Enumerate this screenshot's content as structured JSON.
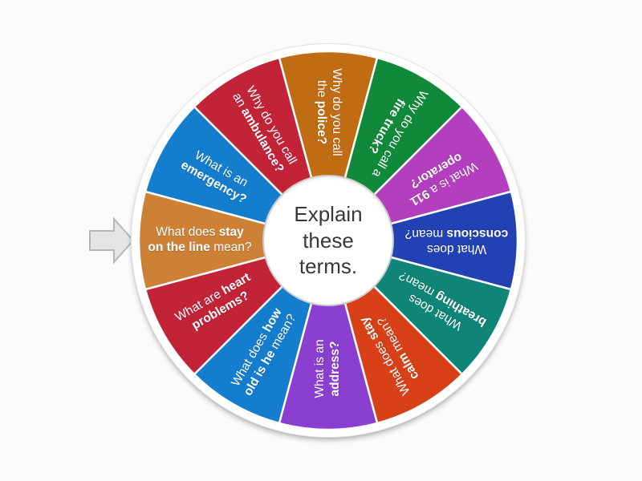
{
  "page": {
    "background": "#fbfbfb"
  },
  "pointer": {
    "name": "spin-arrow",
    "fill": "#e5e5e5",
    "stroke": "#b6b6b6"
  },
  "wheel": {
    "rim_color": "#ffffff",
    "text_color": "#ffffff",
    "center": {
      "text": "Explain these terms.",
      "text_color": "#383838",
      "fill": "#ffffff",
      "border": "#cccccc"
    },
    "segments": [
      {
        "pre": "Why do you call the ",
        "bold": "police?",
        "post": "",
        "color": "#c06c12"
      },
      {
        "pre": "Why do you call a ",
        "bold": "fire truck?",
        "post": "",
        "color": "#108a3a"
      },
      {
        "pre": "What is a ",
        "bold": "911 operator?",
        "post": "",
        "color": "#b33fbe"
      },
      {
        "pre": "What does ",
        "bold": "conscious",
        "post": " mean?",
        "color": "#2241b3"
      },
      {
        "pre": "What does ",
        "bold": "breathing",
        "post": " mean?",
        "color": "#0e8577"
      },
      {
        "pre": "What does ",
        "bold": "stay calm",
        "post": " mean?",
        "color": "#d84018"
      },
      {
        "pre": "What is an ",
        "bold": "address?",
        "post": "",
        "color": "#8a3fd0"
      },
      {
        "pre": "What does ",
        "bold": "how old is he",
        "post": " mean?",
        "color": "#147dce"
      },
      {
        "pre": "What are ",
        "bold": "heart problems?",
        "post": "",
        "color": "#c32336"
      },
      {
        "pre": "What does ",
        "bold": "stay on the line",
        "post": " mean?",
        "color": "#cc8136"
      },
      {
        "pre": "What is an ",
        "bold": "emergency?",
        "post": "",
        "color": "#147dce"
      },
      {
        "pre": "Why do you call an ",
        "bold": "ambulance?",
        "post": "",
        "color": "#c32336"
      }
    ]
  }
}
